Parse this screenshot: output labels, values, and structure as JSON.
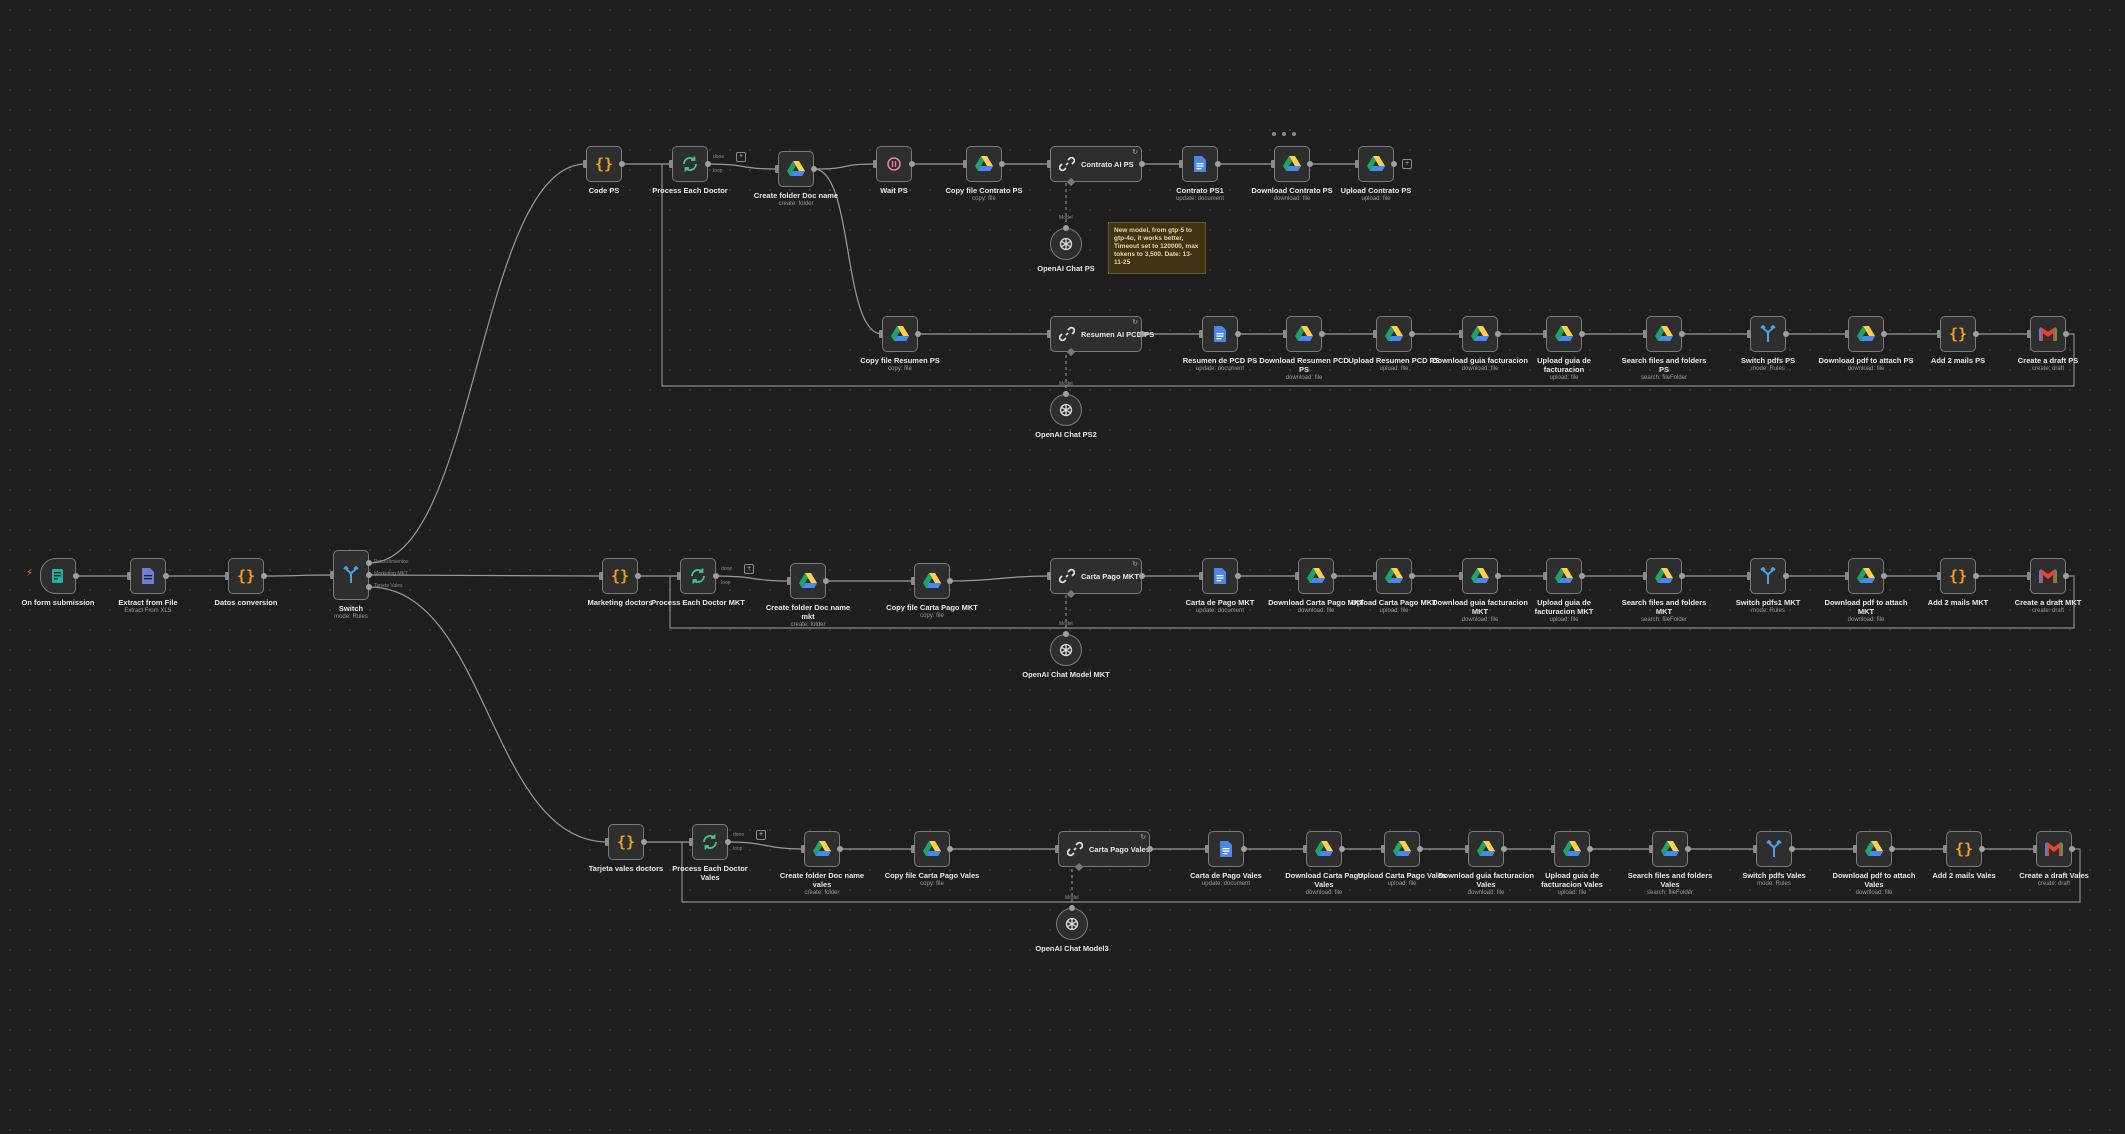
{
  "colors": {
    "node_border": "#7a7a7a",
    "edge": "#9a9a9a",
    "sticky_bg": "#3f3413",
    "icon_code": "#f0a020",
    "icon_drive_green": "#1fa463",
    "icon_drive_yellow": "#ffd04b",
    "icon_drive_blue": "#4688f4",
    "icon_docs": "#4a86e8",
    "icon_switch": "#4aa3df",
    "icon_wait": "#e87e9a",
    "icon_loop": "#3ec98a",
    "icon_form": "#19b3a6"
  },
  "workflow": {
    "trigger": {
      "label": "On form submission",
      "icon": "form-trigger-icon"
    },
    "extract": {
      "label": "Extract from File",
      "sub": "Extract From XLS",
      "icon": "extract-file-icon"
    },
    "datos": {
      "label": "Datos conversion",
      "icon": "code-braces-icon"
    },
    "switch": {
      "label": "Switch",
      "sub": "mode: Rules",
      "icon": "switch-icon",
      "outputs": [
        "Procedimientos",
        "Marketing MKT",
        "Tarjeta Vales"
      ]
    },
    "ps": {
      "code": {
        "label": "Code PS"
      },
      "loop": {
        "label": "Process Each Doctor",
        "done": "done",
        "loop": "loop"
      },
      "folder": {
        "label": "Create folder Doc name",
        "sub": "create: folder"
      },
      "wait": {
        "label": "Wait PS"
      },
      "copy_contrato": {
        "label": "Copy file Contrato PS",
        "sub": "copy: file"
      },
      "ai_contrato": {
        "title": "Contrato AI PS"
      },
      "contrato_doc": {
        "label": "Contrato PS1",
        "sub": "update: document"
      },
      "download_contrato": {
        "label": "Download Contrato PS",
        "sub": "download: file"
      },
      "upload_contrato": {
        "label": "Upload Contrato PS",
        "sub": "upload: file"
      },
      "chat1": {
        "label": "OpenAI Chat PS",
        "port": "Model"
      },
      "copy_resumen": {
        "label": "Copy file Resumen PS",
        "sub": "copy: file"
      },
      "ai_resumen": {
        "title": "Resumen AI PCD PS"
      },
      "resumen_doc": {
        "label": "Resumen de PCD PS",
        "sub": "update: document"
      },
      "download_resumen": {
        "label": "Download Resumen PCD PS",
        "sub": "download: file"
      },
      "upload_resumen": {
        "label": "Upload Resumen PCD PS",
        "sub": "upload: file"
      },
      "download_guia": {
        "label": "Download guia facturacion",
        "sub": "download: file"
      },
      "upload_guia": {
        "label": "Upload guia de facturacion",
        "sub": "upload: file"
      },
      "search": {
        "label": "Search files and folders PS",
        "sub": "search: fileFolder"
      },
      "switch_pdfs": {
        "label": "Switch pdfs PS",
        "sub": "mode: Rules"
      },
      "download_pdf": {
        "label": "Download pdf to attach PS",
        "sub": "download: file"
      },
      "add_mails": {
        "label": "Add 2 mails PS"
      },
      "draft": {
        "label": "Create a draft PS",
        "sub": "create: draft"
      },
      "chat2": {
        "label": "OpenAI Chat PS2",
        "port": "Model"
      }
    },
    "mkt": {
      "code": {
        "label": "Marketing doctors"
      },
      "loop": {
        "label": "Process Each Doctor MKT",
        "done": "done",
        "loop": "loop"
      },
      "folder": {
        "label": "Create folder Doc name mkt",
        "sub": "create: folder"
      },
      "copy": {
        "label": "Copy file Carta Pago MKT",
        "sub": "copy: file"
      },
      "ai": {
        "title": "Carta Pago MKT"
      },
      "doc": {
        "label": "Carta de Pago MKT",
        "sub": "update: document"
      },
      "download": {
        "label": "Download Carta Pago MKT",
        "sub": "download: file"
      },
      "upload": {
        "label": "Upload Carta Pago MKT",
        "sub": "upload: file"
      },
      "download_guia": {
        "label": "Download guia facturacion MKT",
        "sub": "download: file"
      },
      "upload_guia": {
        "label": "Upload guia de facturacion MKT",
        "sub": "upload: file"
      },
      "search": {
        "label": "Search files and folders MKT",
        "sub": "search: fileFolder"
      },
      "switch_pdfs": {
        "label": "Switch pdfs1 MKT",
        "sub": "mode: Rules"
      },
      "download_pdf": {
        "label": "Download pdf to attach MKT",
        "sub": "download: file"
      },
      "add_mails": {
        "label": "Add 2 mails MKT"
      },
      "draft": {
        "label": "Create a draft MKT",
        "sub": "create: draft"
      },
      "chat": {
        "label": "OpenAI Chat Model MKT",
        "port": "Model"
      }
    },
    "vales": {
      "code": {
        "label": "Tarjeta vales doctors"
      },
      "loop": {
        "label": "Process Each Doctor Vales",
        "done": "done",
        "loop": "loop"
      },
      "folder": {
        "label": "Create folder Doc name vales",
        "sub": "create: folder"
      },
      "copy": {
        "label": "Copy file Carta Pago Vales",
        "sub": "copy: file"
      },
      "ai": {
        "title": "Carta Pago Vales"
      },
      "doc": {
        "label": "Carta de Pago Vales",
        "sub": "update: document"
      },
      "download": {
        "label": "Download Carta Pago Vales",
        "sub": "download: file"
      },
      "upload": {
        "label": "Upload Carta Pago Vales",
        "sub": "upload: file"
      },
      "download_guia": {
        "label": "Download guia facturacion Vales",
        "sub": "download: file"
      },
      "upload_guia": {
        "label": "Upload guia de facturacion Vales",
        "sub": "upload: file"
      },
      "search": {
        "label": "Search files and folders Vales",
        "sub": "search: fileFolder"
      },
      "switch_pdfs": {
        "label": "Switch pdfs Vales",
        "sub": "mode: Rules"
      },
      "download_pdf": {
        "label": "Download pdf to attach Vales",
        "sub": "download: file"
      },
      "add_mails": {
        "label": "Add 2 mails Vales"
      },
      "draft": {
        "label": "Create a draft Vales",
        "sub": "create: draft"
      },
      "chat": {
        "label": "OpenAI Chat Model3",
        "port": "Model"
      }
    },
    "sticky_note": "New model, from gtp-5 to gtp-4o, it works better, Timeout set to 120000, max tokens to 3,500. Date: 13-11-25"
  }
}
